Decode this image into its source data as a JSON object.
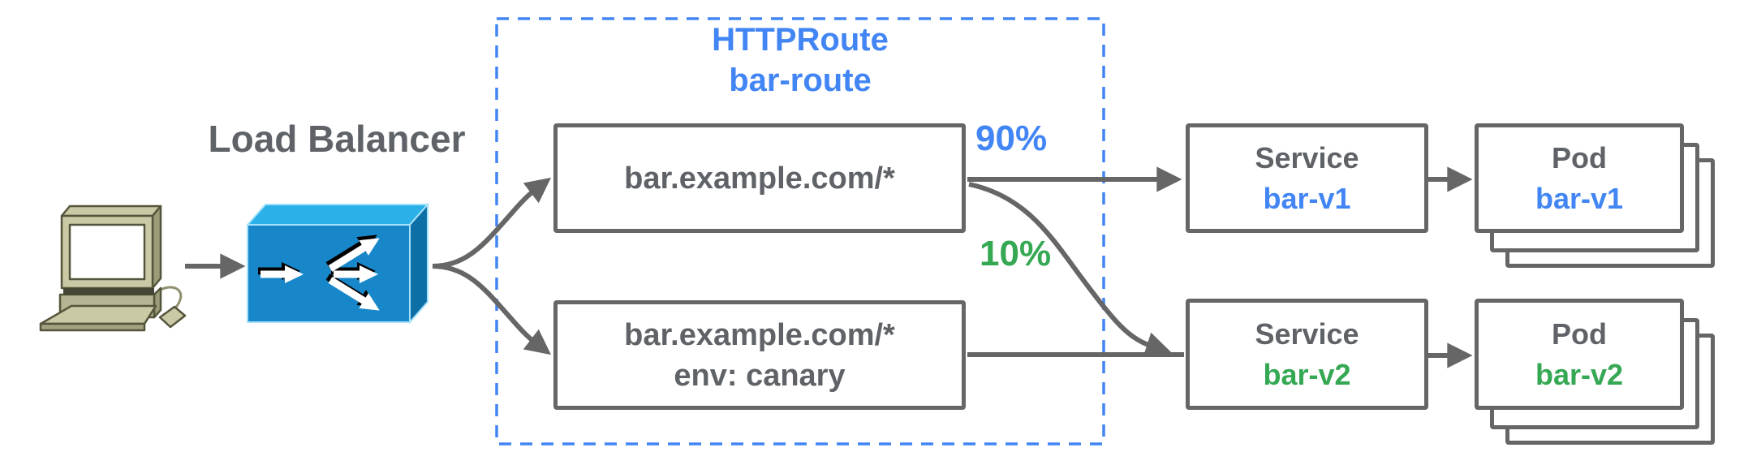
{
  "client": {
    "icon": "desktop-computer"
  },
  "load_balancer": {
    "label": "Load Balancer",
    "icon": "fanout-arrows-box"
  },
  "httproute": {
    "title": "HTTPRoute",
    "name": "bar-route",
    "rules": [
      {
        "match": "bar.example.com/*",
        "weight": "90%"
      },
      {
        "match": "bar.example.com/*",
        "header_match": "env: canary",
        "weight": "10%"
      }
    ]
  },
  "services": [
    {
      "kind": "Service",
      "name": "bar-v1"
    },
    {
      "kind": "Service",
      "name": "bar-v2"
    }
  ],
  "pods": [
    {
      "kind": "Pod",
      "name": "bar-v1"
    },
    {
      "kind": "Pod",
      "name": "bar-v2"
    }
  ],
  "colors": {
    "accent_blue": "#4285f4",
    "accent_green": "#34a853",
    "gray_text": "#5f6368",
    "gray_line": "#666666"
  }
}
